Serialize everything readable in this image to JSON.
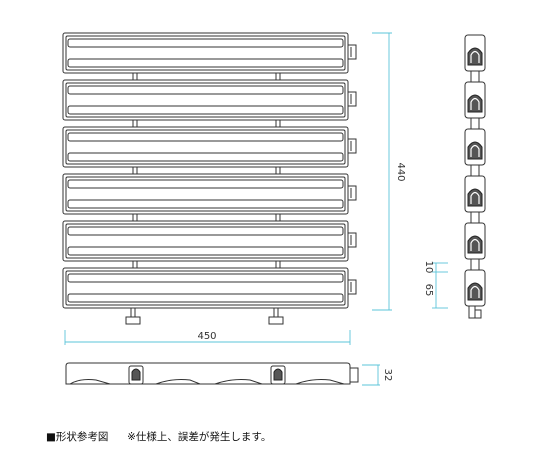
{
  "dimensions": {
    "height_label": "440",
    "width_label": "450",
    "thickness_label": "32",
    "pitch_label": "65",
    "gap_label": "10"
  },
  "slat_count": 6,
  "colors": {
    "line": "#333333",
    "dimension": "#5bc4d9",
    "text": "#111111"
  },
  "caption": {
    "title": "■形状参考図",
    "note": "※仕様上、誤差が発生します。"
  }
}
